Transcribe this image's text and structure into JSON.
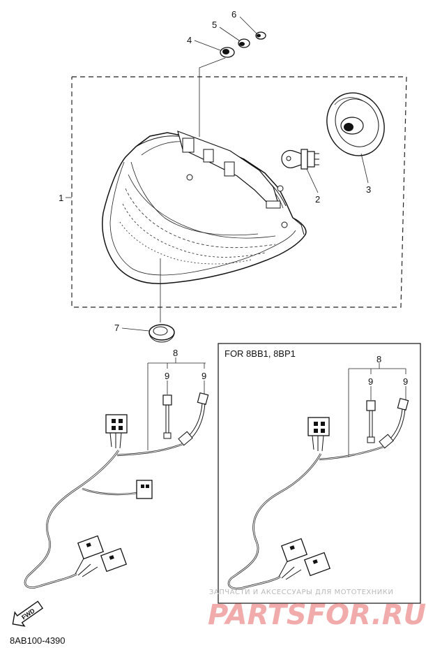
{
  "callouts": {
    "c1": "1",
    "c2": "2",
    "c3": "3",
    "c4": "4",
    "c5": "5",
    "c6": "6",
    "c7": "7",
    "left_8": "8",
    "left_9a": "9",
    "left_9b": "9",
    "right_8": "8",
    "right_9a": "9",
    "right_9b": "9"
  },
  "variant_box": {
    "title": "FOR 8BB1, 8BP1"
  },
  "fwd_arrow": {
    "label": "FWD"
  },
  "diagram_code": "8AB100-4390",
  "watermark": {
    "tagline": "ЗАПЧАСТИ И АКСЕССУАРЫ ДЛЯ МОТОТЕХНИКИ",
    "brand": "PARTSFOR.RU"
  },
  "colors": {
    "ink": "#111111",
    "watermark_red": "#e96767",
    "watermark_gray": "#b9b9b9"
  }
}
